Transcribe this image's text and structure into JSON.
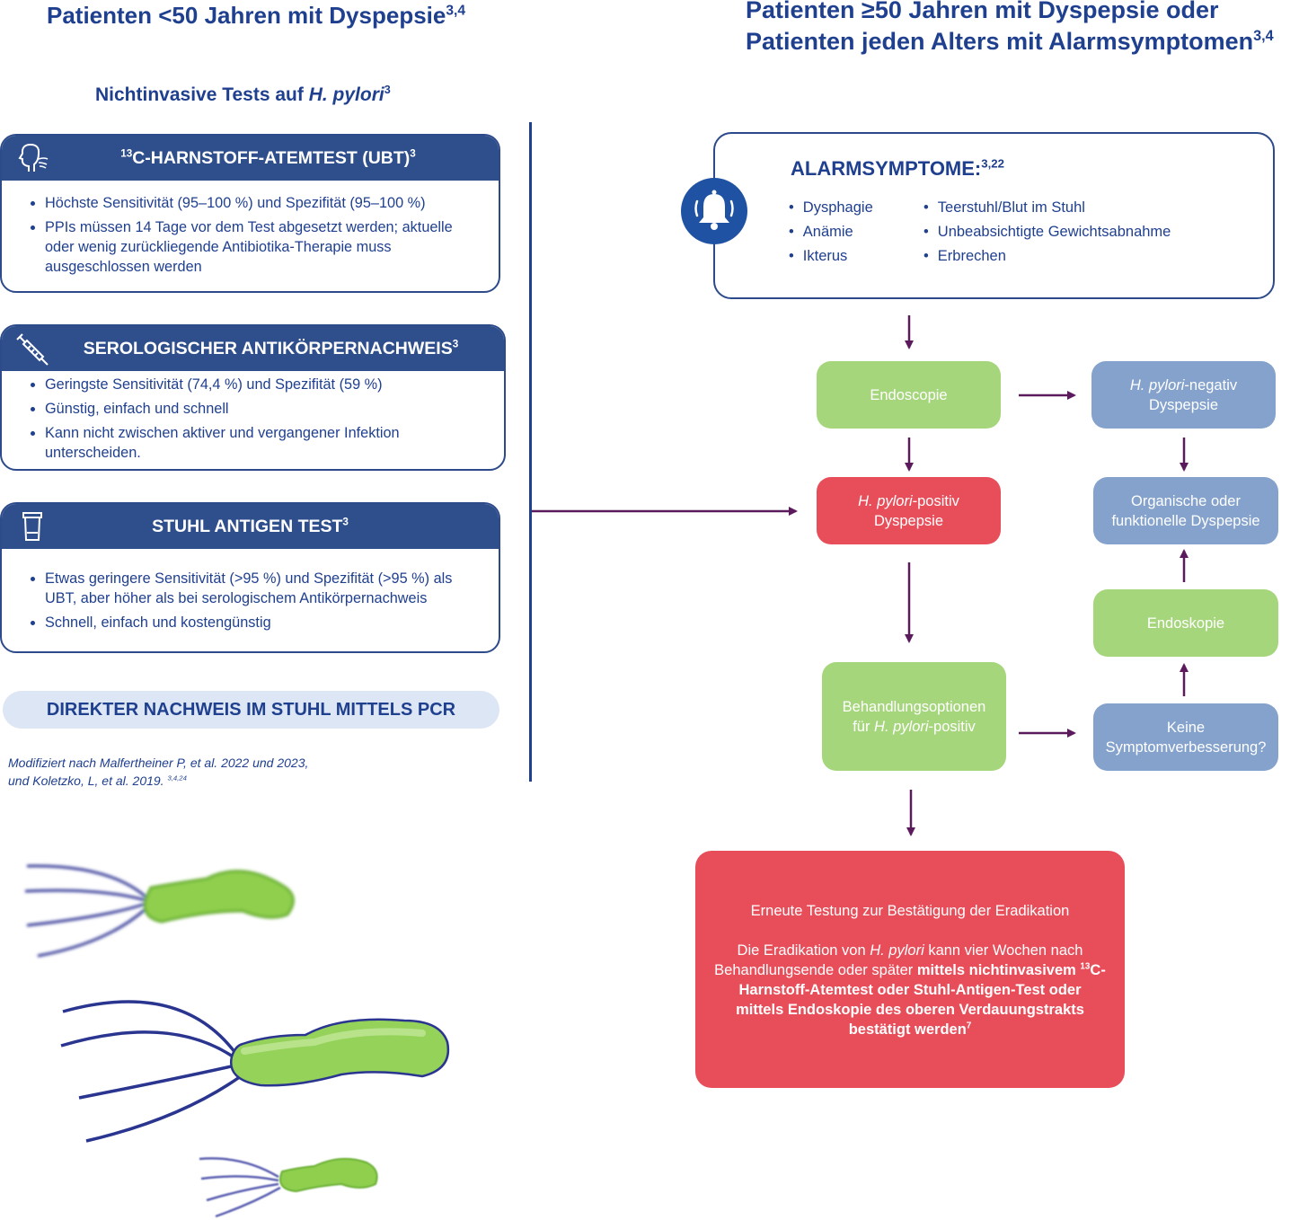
{
  "left": {
    "heading": "Patienten <50 Jahren mit Dyspepsie",
    "heading_sup": "3,4",
    "subheading_pre": "Nichtinvasive Tests auf ",
    "subheading_italic": "H. pylori",
    "subheading_sup": "3",
    "cards": [
      {
        "title": "C-HARNSTOFF-ATEMTEST (UBT)",
        "title_pre_sup": "13",
        "title_sup": "3",
        "icon": "breath-test-icon",
        "bullets": [
          "Höchste Sensitivität (95–100 %) und Spezifität (95–100 %)",
          "PPIs müssen 14 Tage vor dem Test abgesetzt werden; aktuelle oder wenig zurückliegende Antibiotika-Therapie muss ausgeschlossen werden"
        ]
      },
      {
        "title": "SEROLOGISCHER ANTIKÖRPERNACHWEIS",
        "title_sup": "3",
        "icon": "syringe-icon",
        "bullets": [
          "Geringste Sensitivität (74,4 %) und Spezifität (59 %)",
          "Günstig, einfach und schnell",
          "Kann nicht zwischen aktiver und vergangener Infektion unterscheiden."
        ]
      },
      {
        "title": "STUHL ANTIGEN TEST",
        "title_sup": "3",
        "icon": "stool-container-icon",
        "bullets": [
          "Etwas geringere Sensitivität (>95 %) und Spezifität (>95 %) als UBT, aber höher als bei serologischem Antikörpernachweis",
          "Schnell, einfach und kostengünstig"
        ]
      }
    ],
    "pcr_label": "DIREKTER NACHWEIS IM STUHL MITTELS PCR",
    "note_line1": "Modifiziert nach Malfertheiner P, et al. 2022 und 2023,",
    "note_line2": "und Koletzko, L, et al. 2019.",
    "note_sup": "3,4,24"
  },
  "right": {
    "heading_line1": "Patienten ≥50 Jahren mit Dyspepsie oder",
    "heading_line2": "Patienten jeden Alters mit Alarmsymptomen",
    "heading_sup": "3,4",
    "alarm": {
      "title": "ALARMSYMPTOME:",
      "title_sup": "3,22",
      "icon": "bell-icon",
      "col1": [
        "Dysphagie",
        "Anämie",
        "Ikterus"
      ],
      "col2": [
        "Teerstuhl/Blut im Stuhl",
        "Unbeabsichtigte Gewichtsabnahme",
        "Erbrechen"
      ]
    },
    "nodes": {
      "endoscopie": "Endoscopie",
      "neg_italic": "H. pylori",
      "neg_rest": "-negativ",
      "neg_line2": "Dyspepsie",
      "pos_italic": "H. pylori",
      "pos_rest": "-positiv",
      "pos_line2": "Dyspepsie",
      "organic_line1": "Organische oder",
      "organic_line2": "funktionelle Dyspepsie",
      "endoskopie": "Endoskopie",
      "treat_line1": "Behandlungsoptionen",
      "treat_pre": "für ",
      "treat_italic": "H. pylori",
      "treat_rest": "-positiv",
      "nosymp_line1": "Keine",
      "nosymp_line2": "Symptomverbesserung?"
    },
    "final": {
      "line1": "Erneute Testung zur Bestätigung der Eradikation",
      "p2_a": "Die Eradikation von ",
      "p2_italic": "H. pylori",
      "p2_b": " kann vier Wochen nach Behandlungsende oder später ",
      "p2_bold_a": "mittels nichtinvasivem ",
      "p2_bold_sup": "13",
      "p2_bold_b": "C-Harnstoff-Atemtest oder Stuhl-Antigen-Test oder mittels Endoskopie des oberen Verdauungstrakts bestätigt werden",
      "p2_sup": "7"
    }
  },
  "colors": {
    "navy": "#1f3f8f",
    "header_blue": "#2f4f8c",
    "green": "#a6d67c",
    "red": "#e84e5a",
    "light_blue": "#84a2cc",
    "arrow_purple": "#5a1a5c"
  }
}
